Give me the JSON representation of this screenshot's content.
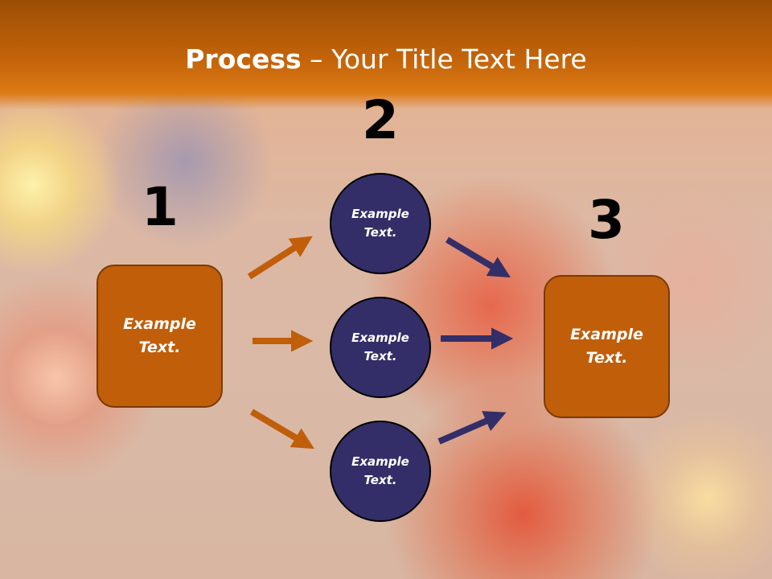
{
  "title": {
    "bold": "Process",
    "rest": " – Your Title Text Here"
  },
  "steps": [
    {
      "number": "1"
    },
    {
      "number": "2"
    },
    {
      "number": "3"
    }
  ],
  "boxes": [
    {
      "text": "Example Text."
    },
    {
      "text": "Example Text."
    }
  ],
  "circles": [
    {
      "text": "Example Text."
    },
    {
      "text": "Example Text."
    },
    {
      "text": "Example Text."
    }
  ],
  "colors": {
    "box_fill": "#c05e0a",
    "circle_fill": "#332e68",
    "orange_arrow": "#c05e0a",
    "navy_arrow": "#332e68"
  }
}
